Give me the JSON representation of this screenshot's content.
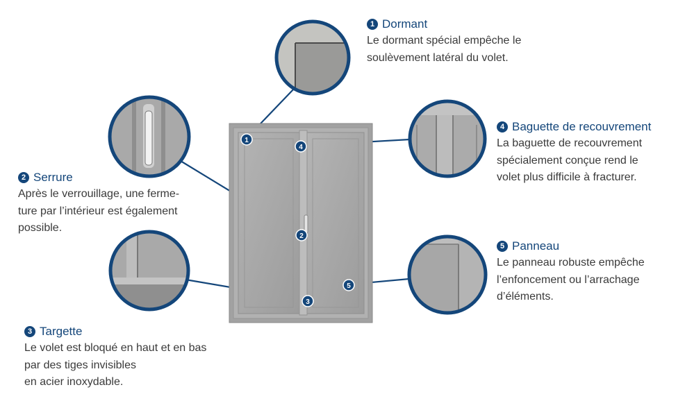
{
  "colors": {
    "accent": "#14467a",
    "frame": "#9a9a9a",
    "panel": "#a9a9a9",
    "text": "#3a3a3a"
  },
  "callouts": [
    {
      "num": "1",
      "title": "Dormant",
      "lines": [
        "Le dormant spécial empêche le",
        "soulèvement latéral du volet."
      ]
    },
    {
      "num": "2",
      "title": "Serrure",
      "lines": [
        "Après le verrouillage, une ferme-",
        "ture par l’intérieur est également",
        "possible."
      ]
    },
    {
      "num": "3",
      "title": "Targette",
      "lines": [
        "Le volet est bloqué en haut et en bas",
        "par des tiges invisibles",
        "en acier inoxydable."
      ]
    },
    {
      "num": "4",
      "title": "Baguette de recouvrement",
      "lines": [
        "La baguette de recouvrement",
        "spécialement conçue rend le",
        "volet plus difficile à fracturer."
      ]
    },
    {
      "num": "5",
      "title": "Panneau",
      "lines": [
        "Le panneau robuste empêche",
        "l’enfoncement ou l’arrachage",
        "d’éléments."
      ]
    }
  ]
}
